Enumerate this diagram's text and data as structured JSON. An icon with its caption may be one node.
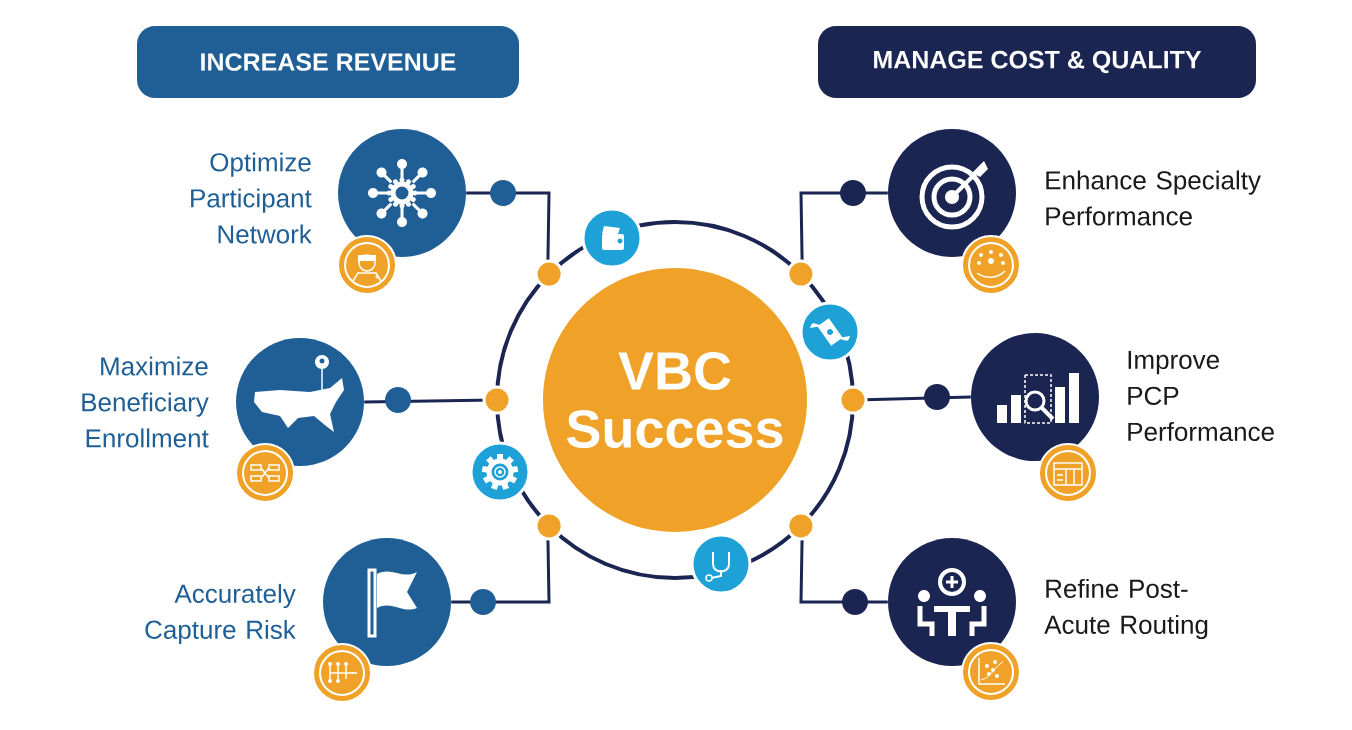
{
  "diagram": {
    "nodes": [
      {
        "text": [
          "INCREASE REVENUE"
        ]
      },
      {
        "text": [
          "MANAGE COST & QUALITY"
        ]
      },
      {
        "text": [],
        "shape": "circle"
      },
      {
        "text": [
          "VBC Success"
        ],
        "in": 2
      },
      {
        "text": [
          "Optimize Participant Network"
        ]
      },
      {
        "text": [
          "Maximize Beneficiary Enrollment"
        ]
      },
      {
        "text": [
          "Accurately Capture Risk"
        ]
      },
      {
        "text": [
          "Enhance Specialty Performance"
        ]
      },
      {
        "text": [
          "Improve PCP Performance"
        ]
      },
      {
        "text": [
          "Refine Post-Acute Routing"
        ]
      }
    ],
    "edges": [
      {
        "from": 4,
        "to": 2,
        "arrow": "none"
      },
      {
        "from": 5,
        "to": 2,
        "arrow": "none"
      },
      {
        "from": 6,
        "to": 2,
        "arrow": "none"
      },
      {
        "from": 7,
        "to": 2,
        "arrow": "none"
      },
      {
        "from": 8,
        "to": 2,
        "arrow": "none"
      },
      {
        "from": 9,
        "to": 2,
        "arrow": "none"
      }
    ]
  }
}
